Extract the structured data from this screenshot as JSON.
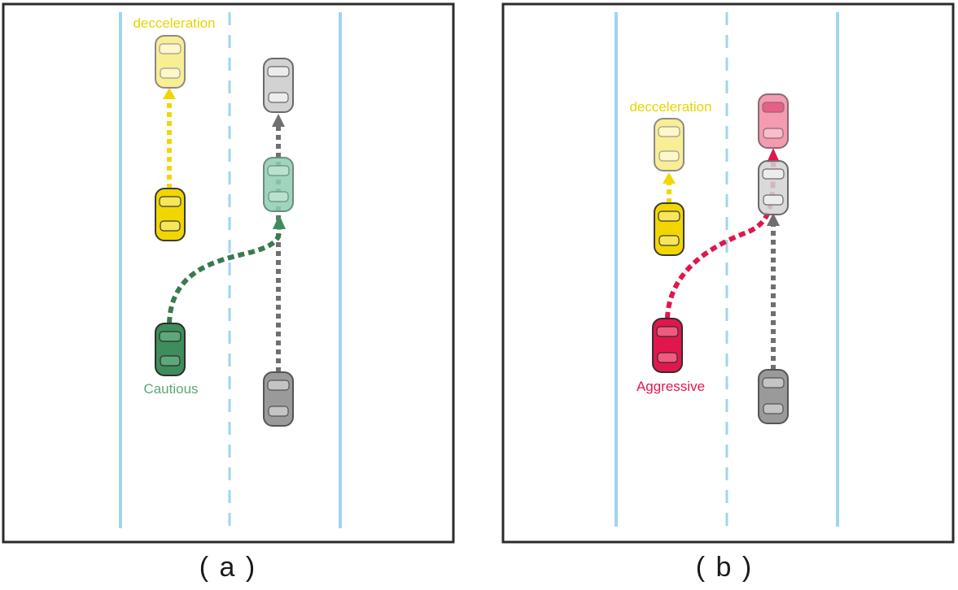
{
  "panels": [
    {
      "id": "a",
      "caption": "( a )",
      "behavior_label": "Cautious",
      "decel_label": "decceleration"
    },
    {
      "id": "b",
      "caption": "( b )",
      "behavior_label": "Aggressive",
      "decel_label": "decceleration"
    }
  ],
  "colors": {
    "lane_line": "#9fd6ec",
    "frame": "#2b2b2b",
    "yellow_car": "#f2d600",
    "yellow_car_light": "#f8ee93",
    "yellow_text": "#e9d400",
    "green_car": "#3f8c5c",
    "green_car_light": "#8fcdb0",
    "green_path": "#3a7a4e",
    "green_text": "#5aa878",
    "gray_car": "#8a8a8a",
    "gray_car_light": "#d2d2d2",
    "gray_path": "#6f6f6f",
    "red_car": "#e0174d",
    "red_car_light": "#f49bb1",
    "red_path": "#e0174d",
    "red_text": "#e0174d"
  }
}
